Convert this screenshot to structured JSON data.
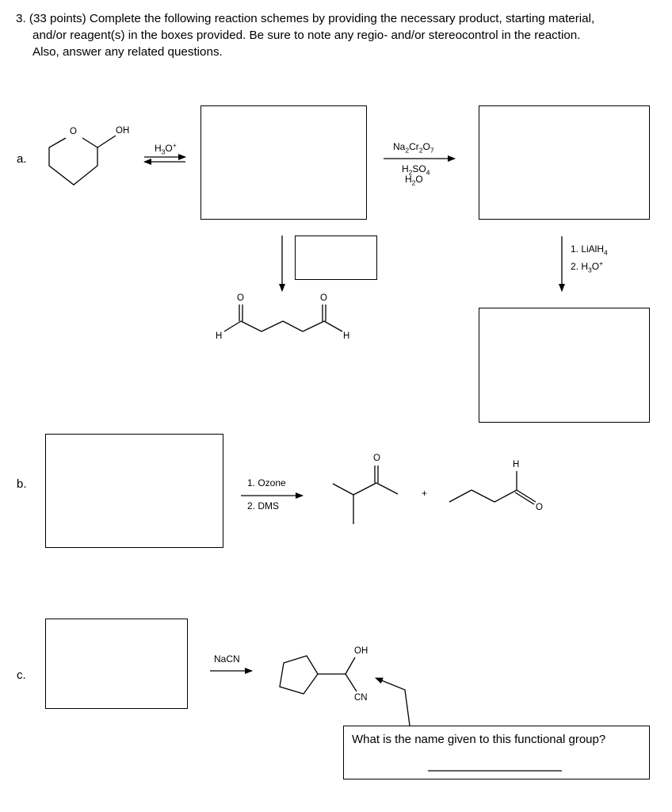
{
  "question": {
    "line1": "3. (33 points) Complete the following reaction schemes by providing the necessary product, starting material,",
    "line2": "and/or reagent(s) in the boxes provided. Be sure to note any regio- and/or stereocontrol in the reaction.",
    "line3": "Also, answer any related questions."
  },
  "parts": {
    "a": "a.",
    "b": "b.",
    "c": "c."
  },
  "part_a": {
    "step1_reagent": "H3O+",
    "step2_reagent_top": "Na2Cr2O7",
    "step2_reagent_bottom_1": "H2SO4",
    "step2_reagent_bottom_2": "H2O",
    "step3_reagent_1": "1. LiAlH4",
    "step3_reagent_2": "2. H3O+",
    "atom_O_ring": "O",
    "atom_OH": "OH",
    "atom_O_left": "O",
    "atom_O_right": "O",
    "atom_H_left": "H",
    "atom_H_right": "H"
  },
  "part_b": {
    "reagent_1": "1. Ozone",
    "reagent_2": "2. DMS",
    "plus": "+",
    "atom_O_ketone": "O",
    "atom_H_aldehyde": "H",
    "atom_O_aldehyde": "O"
  },
  "part_c": {
    "reagent": "NaCN",
    "atom_OH": "OH",
    "atom_CN": "CN",
    "question": "What is the name given to this functional group?"
  }
}
